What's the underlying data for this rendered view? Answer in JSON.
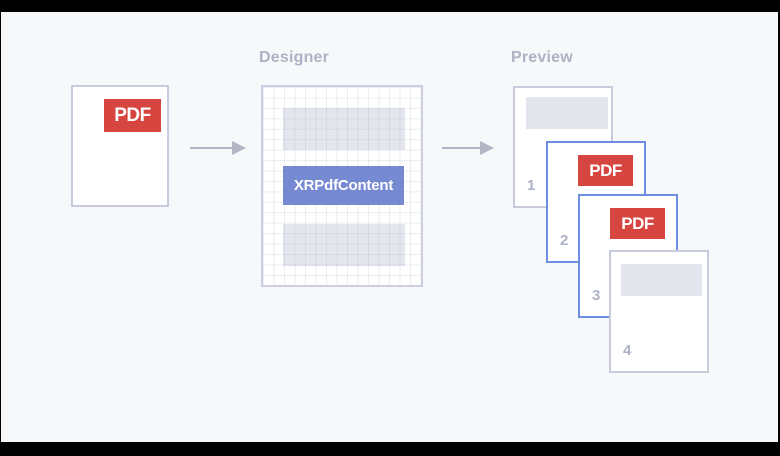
{
  "diagram": {
    "source_document": {
      "badge": "PDF"
    },
    "designer": {
      "label": "Designer",
      "control_label": "XRPdfContent"
    },
    "preview": {
      "label": "Preview",
      "pages": [
        {
          "number": "1",
          "type": "placeholder"
        },
        {
          "number": "2",
          "type": "pdf",
          "badge": "PDF"
        },
        {
          "number": "3",
          "type": "pdf",
          "badge": "PDF"
        },
        {
          "number": "4",
          "type": "placeholder"
        }
      ]
    },
    "colors": {
      "background": "#f7f8fa",
      "frame": "#000000",
      "accent_red": "#d6453f",
      "control_blue": "#7689d3",
      "blue_page_border": "#6d8de1",
      "gray_page_border": "#c7cbdc",
      "placeholder_gray": "#e4e6ee",
      "label_gray": "#aeb2c4",
      "arrow_gray": "#b3b6c4"
    }
  }
}
